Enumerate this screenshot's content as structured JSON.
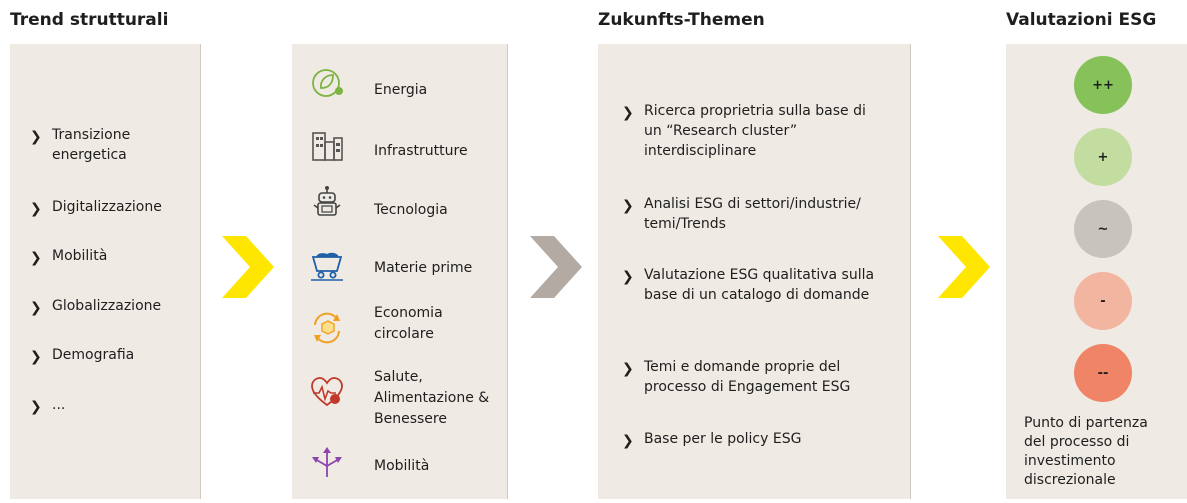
{
  "headers": {
    "trend": "Trend strutturali",
    "zukunft": "Zukunfts-Themen",
    "esg": "Valutazioni ESG"
  },
  "trends": [
    "Transizione energetica",
    "Digitalizzazione",
    "Mobilità",
    "Globalizzazione",
    "Demografia",
    "..."
  ],
  "themes": [
    {
      "icon": "leaf-icon",
      "label": "Energia"
    },
    {
      "icon": "buildings-icon",
      "label": "Infrastrutture"
    },
    {
      "icon": "robot-icon",
      "label": "Tecnologia"
    },
    {
      "icon": "mine-cart-icon",
      "label": "Materie prime"
    },
    {
      "icon": "recycle-box-icon",
      "label": "Economia circolare"
    },
    {
      "icon": "health-heart-icon",
      "label": "Salute, Alimentazione & Benessere"
    },
    {
      "icon": "directions-icon",
      "label": "Mobilità"
    }
  ],
  "zukunft_items": [
    "Ricerca proprietria sulla base di un “Research cluster” interdisciplinare",
    "Analisi ESG di settori/industrie/ temi/Trends",
    "Valutazione ESG qualitativa sulla base di un catalogo di domande",
    "Temi e domande proprie del processo di Engagement ESG",
    "Base per le policy ESG"
  ],
  "ratings": [
    {
      "label": "++",
      "color": "#86c15a"
    },
    {
      "label": "+",
      "color": "#c3dda0"
    },
    {
      "label": "~",
      "color": "#c8c3bc"
    },
    {
      "label": "-",
      "color": "#f2b5a0"
    },
    {
      "label": "--",
      "color": "#ef8466"
    }
  ],
  "esg_note": "Punto di partenza del processo di investimento discrezionale",
  "arrow_colors": {
    "yellow": "#ffe600",
    "grey": "#b3aba3"
  }
}
